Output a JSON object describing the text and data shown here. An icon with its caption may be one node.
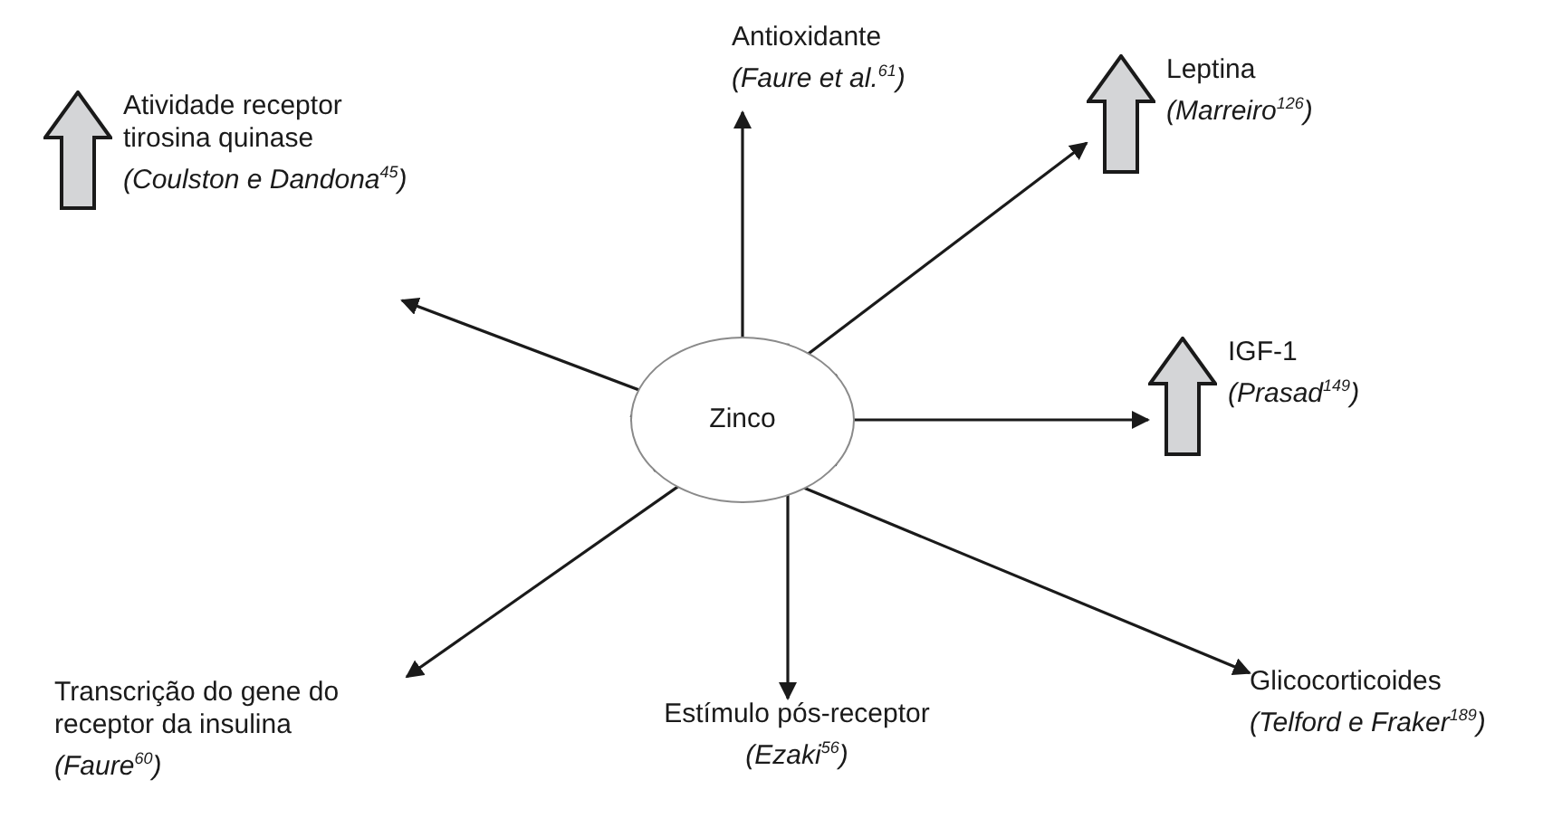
{
  "diagram": {
    "nodes": [
      {
        "text": [
          "Zinco"
        ]
      },
      {
        "text": [
          "Atividade receptor tirosina quinase",
          "(Coulston e Dandona$^{45}$)"
        ]
      },
      {
        "text": [
          "Antioxidante",
          "(Faure et al.$^{61}$)"
        ]
      },
      {
        "text": [
          "Leptina",
          "(Marreiro$^{126}$)"
        ]
      },
      {
        "text": [
          "IGF-1",
          "(Prasad$^{149}$)"
        ]
      },
      {
        "text": [
          "Glicocorticoides",
          "(Telford e Fraker$^{189}$)"
        ]
      },
      {
        "text": [
          "Estímulo pós-receptor",
          "(Ezaki$^{56}$)"
        ]
      },
      {
        "text": [
          "Transcrição do gene do receptor da insulina",
          "(Faure$^{60}$)"
        ]
      }
    ],
    "edges": [
      {
        "from": 0,
        "to": 1,
        "arrow": "to"
      },
      {
        "from": 0,
        "to": 2,
        "arrow": "to"
      },
      {
        "from": 0,
        "to": 3,
        "arrow": "to"
      },
      {
        "from": 0,
        "to": 4,
        "arrow": "to"
      },
      {
        "from": 0,
        "to": 5,
        "arrow": "to"
      },
      {
        "from": 0,
        "to": 6,
        "arrow": "to"
      },
      {
        "from": 0,
        "to": 7,
        "arrow": "to"
      }
    ]
  }
}
